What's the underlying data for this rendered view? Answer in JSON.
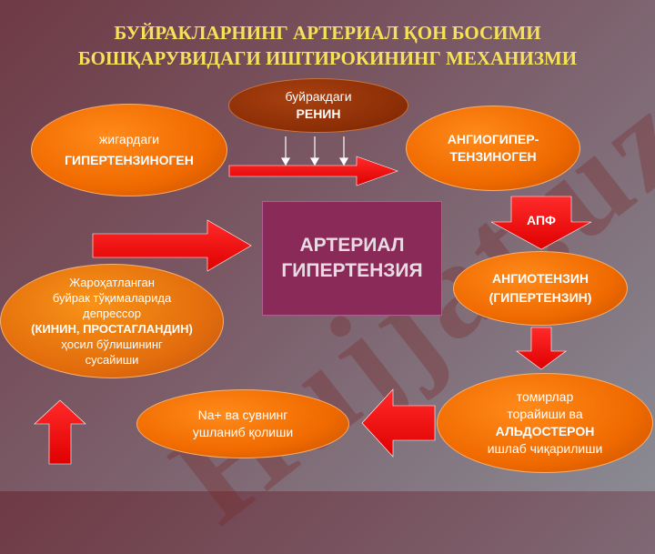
{
  "title": {
    "line1": "БУЙРАКЛАРНИНГ АРТЕРИАЛ ҚОН БОСИМИ",
    "line2": "БОШҚАРУВИДАГИ ИШТИРОКИНИНГ МЕХАНИЗМИ"
  },
  "nodes": {
    "renin": {
      "line1": "буйракдаги",
      "line2": "РЕНИН"
    },
    "hypertensinogen": {
      "line1": "жигардаги",
      "line2": "ГИПЕРТЕНЗИНОГЕН"
    },
    "angiohypertensinogen": {
      "line1": "АНГИОГИПЕР-",
      "line2": "ТЕНЗИНОГЕН"
    },
    "apf": {
      "label": "АПФ"
    },
    "arterial": {
      "line1": "АРТЕРИАЛ",
      "line2": "ГИПЕРТЕНЗИЯ"
    },
    "angiotensin": {
      "line1": "АНГИОТЕНЗИН",
      "line2": "(ГИПЕРТЕНЗИН)"
    },
    "depressor": {
      "line1": "Жароҳатланган",
      "line2": "буйрак тўқималарида",
      "line3": "депрессор",
      "line4": "(КИНИН, ПРОСТАГЛАНДИН)",
      "line5": "ҳосил бўлишининг",
      "line6": "сусайиши"
    },
    "sodium": {
      "line1": "Na+ ва сувнинг",
      "line2": "ушланиб қолиши"
    },
    "aldosterone": {
      "line1": "томирлар",
      "line2": "торайиши ва",
      "line3": "АЛЬДОСТЕРОН",
      "line4": "ишлаб чиқарилиши"
    }
  },
  "watermark": {
    "text": "Hujjat.uz"
  },
  "colors": {
    "title": "#f5e15a",
    "arrow_red": "#ff0000",
    "node_orange": "#f06a00",
    "node_brown": "#8a2d06",
    "center_box": "#8a2a58"
  }
}
